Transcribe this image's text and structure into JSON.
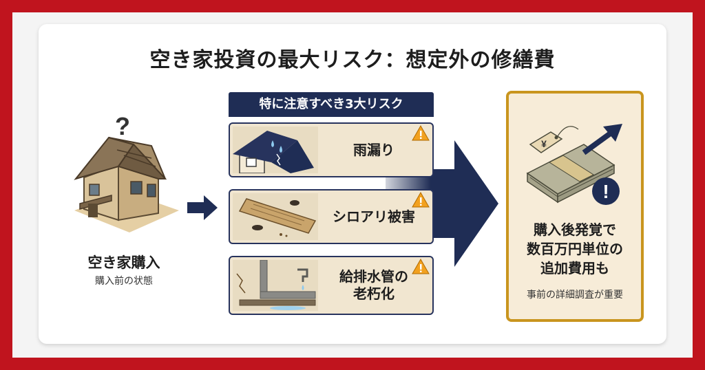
{
  "title": "空き家投資の最大リスク：想定外の修繕費",
  "house": {
    "label": "空き家購入",
    "sublabel": "購入前の状態",
    "question_mark": "?"
  },
  "risks": {
    "header": "特に注意すべき3大リスク",
    "items": [
      {
        "label": "雨漏り"
      },
      {
        "label": "シロアリ被害"
      },
      {
        "label_line1": "給排水管の",
        "label_line2": "老朽化"
      }
    ]
  },
  "result": {
    "line1": "購入後発覚で",
    "line2": "数百万円単位の",
    "line3": "追加費用も",
    "sub": "事前の詳細調査が重要",
    "yen_symbol": "¥",
    "exclamation": "!"
  },
  "colors": {
    "frame_red": "#c0141e",
    "navy": "#1f2d55",
    "gold": "#c9951e",
    "beige": "#f1e6d0"
  }
}
